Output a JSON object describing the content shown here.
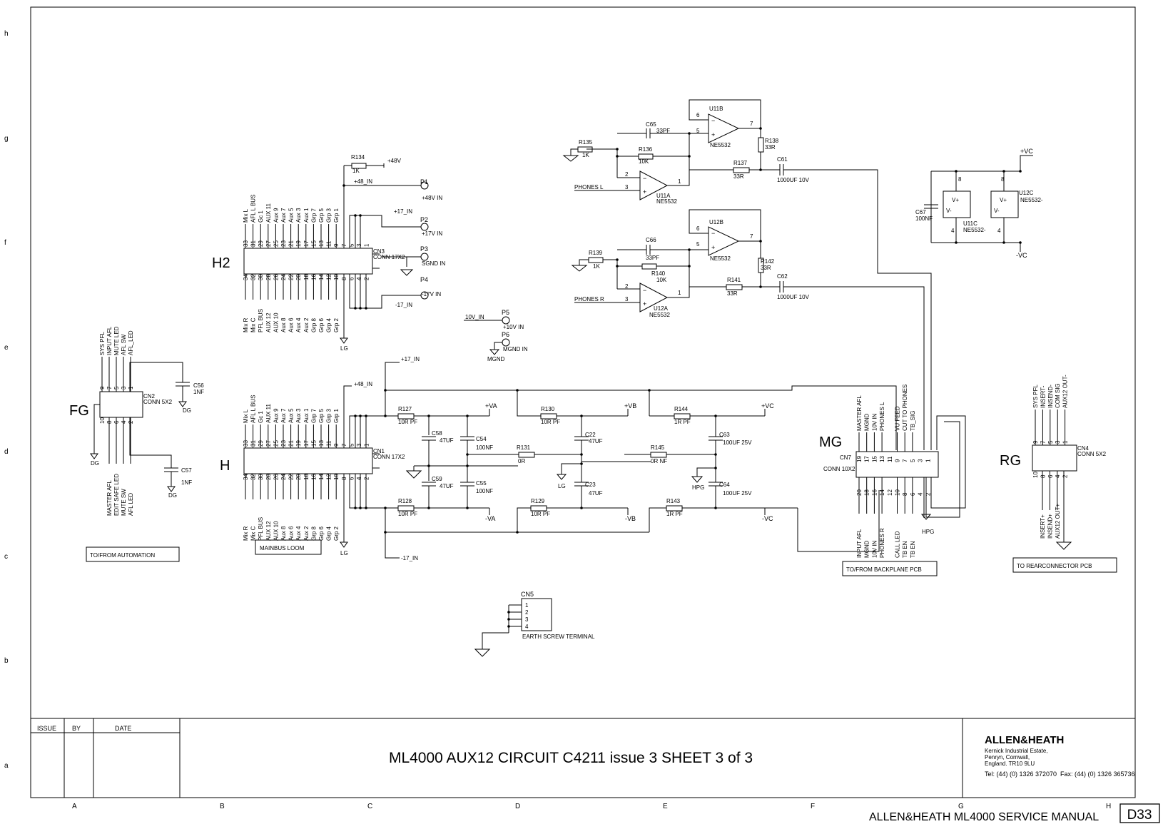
{
  "margin_rows": [
    "h",
    "g",
    "f",
    "e",
    "d",
    "c",
    "b",
    "a"
  ],
  "margin_cols": [
    "A",
    "B",
    "C",
    "D",
    "E",
    "F",
    "G",
    "H"
  ],
  "title_block": {
    "issue_label": "ISSUE",
    "by_label": "BY",
    "date_label": "DATE",
    "title": "ML4000 AUX12 CIRCUIT   C4211 issue 3   SHEET 3 of 3",
    "company": "ALLEN&HEATH",
    "address": [
      "Kernick Industrial Estate,",
      "Penryn, Cornwall,",
      "England. TR10 9LU"
    ],
    "tel": "Tel:  (44) (0) 1326 372070",
    "fax": "Fax: (44) (0) 1326 365736"
  },
  "footer": {
    "manual": "ALLEN&HEATH  ML4000 SERVICE MANUAL",
    "page": "D33"
  },
  "connectors": {
    "H2": {
      "label": "H2",
      "ref": "CN3",
      "type": "CONN 17X2",
      "top_signals": [
        "Mix L",
        "AFL L BUS",
        "Gc 1",
        "AUX 11",
        "Aux 9",
        "Aux 7",
        "Aux 5",
        "Aux 3",
        "Aux 1",
        "Grp 7",
        "Grp 5",
        "Grp 3",
        "Grp 1"
      ],
      "bottom_signals": [
        "Mix R",
        "Mix C",
        "PFL BUS",
        "AUX 12",
        "AUX 10",
        "Aux 8",
        "Aux 6",
        "Aux 4",
        "Aux 2",
        "Grp 8",
        "Grp 6",
        "Grp 4",
        "Grp 2"
      ],
      "odd_pins": [
        "33",
        "31",
        "29",
        "27",
        "25",
        "23",
        "21",
        "19",
        "17",
        "15",
        "13",
        "11",
        "9",
        "7",
        "5",
        "3",
        "1"
      ],
      "even_pins": [
        "34",
        "32",
        "30",
        "28",
        "26",
        "24",
        "22",
        "20",
        "18",
        "16",
        "14",
        "12",
        "10",
        "8",
        "6",
        "4",
        "2"
      ]
    },
    "H": {
      "label": "H",
      "ref": "CN1",
      "type": "CONN 17X2",
      "top_signals": [
        "Mix L",
        "AFL L BUS",
        "Gc 1",
        "AUX 11",
        "Aux 9",
        "Aux 7",
        "Aux 5",
        "Aux 3",
        "Aux 1",
        "Grp 7",
        "Grp 5",
        "Grp 3",
        "Grp 1"
      ],
      "bottom_signals": [
        "Mix R",
        "Mix C",
        "PFL BUS",
        "AUX 12",
        "AUX 10",
        "Aux 8",
        "Aux 6",
        "Aux 4",
        "Aux 2",
        "Grp 8",
        "Grp 6",
        "Grp 4",
        "Grp 2"
      ],
      "box_label": "MAINBUS LOOM"
    },
    "FG": {
      "label": "FG",
      "ref": "CN2",
      "type": "CONN 5X2",
      "top_signals": [
        "SYS PFL",
        "INPUT AFL",
        "MUTE LED",
        "AFL SW",
        "AFL_LED"
      ],
      "bottom_signals": [
        "MASTER AFL",
        "EDIT SAFE LED",
        "MUTE SW",
        "AFL LED"
      ],
      "odd_pins": [
        "9",
        "7",
        "5",
        "3",
        "1"
      ],
      "even_pins": [
        "10",
        "8",
        "6",
        "4",
        "2"
      ],
      "box_label": "TO/FROM AUTOMATION"
    },
    "MG": {
      "label": "MG",
      "ref": "CN7",
      "type": "CONN 10X2",
      "top_signals": [
        "MASTER AFL",
        "MGND",
        "10V IN",
        "PHONES L",
        "VU FEED",
        "CUT TO PHONES",
        "TB_SIG"
      ],
      "bottom_signals": [
        "INPUT AFL",
        "MGND",
        "10V IN",
        "PHONES R",
        "CALL LED",
        "TB EN",
        "TB EN"
      ],
      "odd_pins": [
        "19",
        "17",
        "15",
        "13",
        "11",
        "9",
        "7",
        "5",
        "3",
        "1"
      ],
      "even_pins": [
        "20",
        "18",
        "16",
        "14",
        "12",
        "10",
        "8",
        "6",
        "4",
        "2"
      ],
      "box_label": "TO/FROM BACKPLANE PCB"
    },
    "RG": {
      "label": "RG",
      "ref": "CN4",
      "type": "CONN 5X2",
      "top_signals": [
        "SYS PFL",
        "INSERT-",
        "INSEND-",
        "COM SIG",
        "AUX12 OUT-"
      ],
      "bottom_signals": [
        "INSERT+",
        "INSEND+",
        "AUX12 OUT+"
      ],
      "odd_pins": [
        "9",
        "7",
        "5",
        "3",
        "1"
      ],
      "even_pins": [
        "10",
        "8",
        "6",
        "4",
        "2"
      ],
      "box_label": "TO REARCONNECTOR PCB"
    },
    "CN5": {
      "ref": "CN5",
      "pins": [
        "1",
        "2",
        "3",
        "4"
      ],
      "label": "EARTH SCREW TERMINAL"
    }
  },
  "rails": {
    "p48": "+48V",
    "p48in": "+48_IN",
    "p17in": "+17_IN",
    "m17in": "-17_IN",
    "v10in": "10V_IN",
    "va": "+VA",
    "vb": "+VB",
    "vc": "+VC",
    "nva": "-VA",
    "nvb": "-VB",
    "nvc": "-VC"
  },
  "pins": [
    {
      "ref": "P1",
      "label": "+48V IN"
    },
    {
      "ref": "P2",
      "label": "+17V IN"
    },
    {
      "ref": "P3",
      "label": "SGND IN"
    },
    {
      "ref": "P4",
      "label": "-17V IN"
    },
    {
      "ref": "P5",
      "label": "+10V IN"
    },
    {
      "ref": "P6",
      "label": "MGND IN"
    }
  ],
  "grounds": {
    "lg": "LG",
    "dg": "DG",
    "hpg": "HPG",
    "mgnd": "MGND"
  },
  "components": {
    "R134": {
      "ref": "R134",
      "val": "1K"
    },
    "R127": {
      "ref": "R127",
      "val": "10R PF"
    },
    "R128": {
      "ref": "R128",
      "val": "10R PF"
    },
    "R129": {
      "ref": "R129",
      "val": "10R PF"
    },
    "R130": {
      "ref": "R130",
      "val": "10R PF"
    },
    "R131": {
      "ref": "R131",
      "val": "0R"
    },
    "R143": {
      "ref": "R143",
      "val": "1R PF"
    },
    "R144": {
      "ref": "R144",
      "val": "1R PF"
    },
    "R145": {
      "ref": "R145",
      "val": "0R NF"
    },
    "C58": {
      "ref": "C58",
      "val": "47UF"
    },
    "C59": {
      "ref": "C59",
      "val": "47UF"
    },
    "C54": {
      "ref": "C54",
      "val": "100NF"
    },
    "C55": {
      "ref": "C55",
      "val": "100NF"
    },
    "C22": {
      "ref": "C22",
      "val": "47UF"
    },
    "C23": {
      "ref": "C23",
      "val": "47UF"
    },
    "C63": {
      "ref": "C63",
      "val": "100UF 25V"
    },
    "C64": {
      "ref": "C64",
      "val": "100UF 25V"
    },
    "C56": {
      "ref": "C56",
      "val": "1NF"
    },
    "C57": {
      "ref": "C57",
      "val": "1NF"
    },
    "R135": {
      "ref": "R135",
      "val": "1K"
    },
    "R136": {
      "ref": "R136",
      "val": "10K"
    },
    "R137": {
      "ref": "R137",
      "val": "33R"
    },
    "R138": {
      "ref": "R138",
      "val": "33R"
    },
    "R139": {
      "ref": "R139",
      "val": "1K"
    },
    "R140": {
      "ref": "R140",
      "val": "10K"
    },
    "R141": {
      "ref": "R141",
      "val": "33R"
    },
    "R142": {
      "ref": "R142",
      "val": "33R"
    },
    "C65": {
      "ref": "C65",
      "val": "33PF"
    },
    "C66": {
      "ref": "C66",
      "val": "33PF"
    },
    "C61": {
      "ref": "C61",
      "val": "1000UF 10V"
    },
    "C62": {
      "ref": "C62",
      "val": "1000UF 10V"
    },
    "C67": {
      "ref": "C67",
      "val": "100NF"
    },
    "U11A": {
      "ref": "U11A",
      "val": "NE5532"
    },
    "U11B": {
      "ref": "U11B",
      "val": "NE5532"
    },
    "U12A": {
      "ref": "U12A",
      "val": "NE5532"
    },
    "U12B": {
      "ref": "U12B",
      "val": "NE5532"
    },
    "U11C": {
      "ref": "U11C",
      "val": "NE5532-"
    },
    "U12C": {
      "ref": "U12C",
      "val": "NE5532-"
    }
  },
  "nets": {
    "phones_l": "PHONES L",
    "phones_r": "PHONES R",
    "vplus": "V+",
    "vminus": "V-"
  }
}
